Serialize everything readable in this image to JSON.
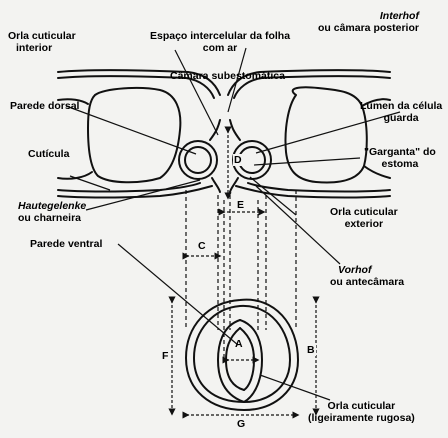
{
  "labels": {
    "orla_interior": [
      "Orla cuticular",
      "interior"
    ],
    "espaco": [
      "Espaço intercelular da folha",
      "com ar"
    ],
    "interhof": [
      "Interhof",
      "ou câmara posterior"
    ],
    "camara_sub": "Câmara subestomática",
    "parede_dorsal": "Parede dorsal",
    "lumen": [
      "Lúmen da célula",
      "guarda"
    ],
    "cuticula": "Cutícula",
    "garganta": [
      "\"Garganta\" do",
      "estoma"
    ],
    "hautegelenke": [
      "Hautegelenke",
      "ou charneira"
    ],
    "orla_exterior": [
      "Orla cuticular",
      "exterior"
    ],
    "parede_ventral": "Parede ventral",
    "vorhof": [
      "Vorhof",
      "ou antecâmara"
    ],
    "orla_rugosa": [
      "Orla cuticular",
      "(ligeiramente rugosa)"
    ]
  },
  "dimensions": {
    "a": "A",
    "b": "B",
    "c": "C",
    "d": "D",
    "e": "E",
    "f": "F",
    "g": "G"
  }
}
